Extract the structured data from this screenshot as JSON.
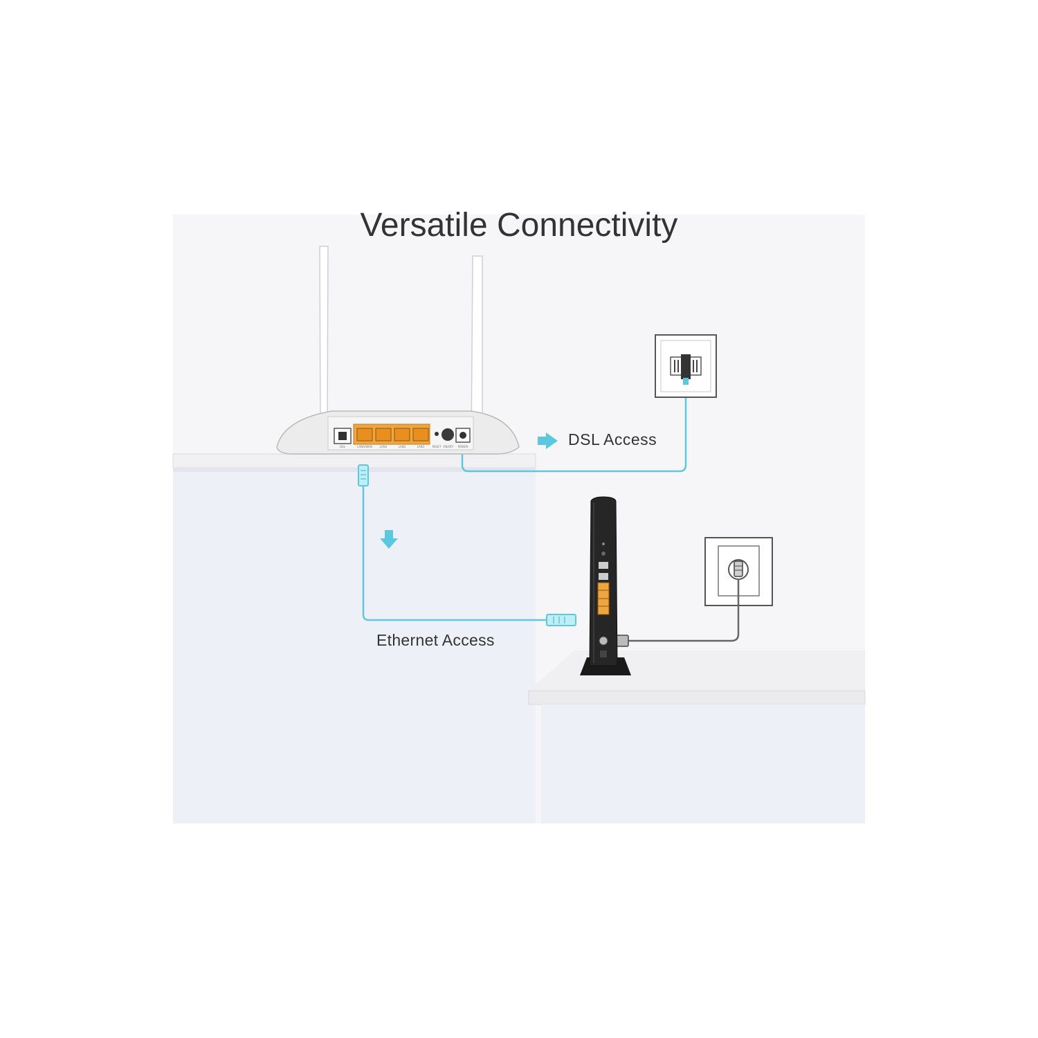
{
  "title": "Versatile Connectivity",
  "labels": {
    "dsl_access": "DSL Access",
    "ethernet_access": "Ethernet Access"
  },
  "router_port_labels": [
    "DSL",
    "LAN4/WAN",
    "LAN3",
    "LAN2",
    "LAN1",
    "RESET",
    "ON/OFF",
    "POWER"
  ],
  "icons": {
    "dsl_arrow": "arrow-right-icon",
    "ethernet_arrow": "arrow-down-icon"
  },
  "colors": {
    "cable_accent": "#5cc8df",
    "port_orange": "#f0a640",
    "wall": "#f7f7f9",
    "cabinet": "#eef0f7",
    "modem_body": "#222222",
    "text": "#333333"
  }
}
